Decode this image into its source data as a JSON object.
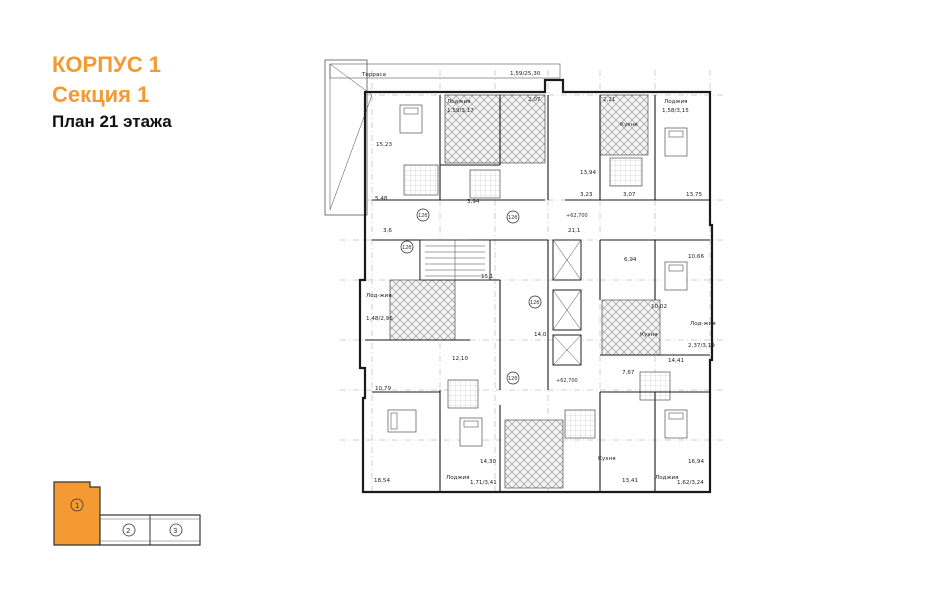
{
  "heading": {
    "building": "КОРПУС 1",
    "section": "Секция 1",
    "floor_plan": "План 21 этажа"
  },
  "colors": {
    "accent": "#f39a33",
    "text": "#111111",
    "wall": "#1a1a1a",
    "hatch": "#9a9a9a"
  },
  "plan_labels": {
    "terrace": "Терраса",
    "terrace_area": "1,59/25,30",
    "loggia_a": "Лоджия",
    "loggia_a_area": "1,59/3,17",
    "loggia_b": "Лоджия",
    "loggia_b_area": "1,58/3,15",
    "area_2_07": "2,07",
    "area_2_21": "2,21",
    "kitchen_top": "Кухня",
    "room_15_23": "15,23",
    "room_13_94": "13,94",
    "room_3_23": "3,23",
    "room_3_07": "3,07",
    "room_13_75": "13,75",
    "room_5_48": "5,48",
    "room_3_94": "3,94",
    "room_3_6": "3,6",
    "level_62700": "+62,700",
    "room_21_1": "21,1",
    "room_6_94": "6,94",
    "room_10_66": "10,66",
    "room_15_1": "15,1",
    "loggia_left": "Лод-жия",
    "loggia_left_area": "1,48/2,96",
    "room_10_02": "10,02",
    "kitchen_mid": "Кухня",
    "loggia_right": "Лод-жия",
    "loggia_right_area": "2,37/3,19",
    "room_14_41": "14,41",
    "room_14_0": "14,0",
    "room_12_10": "12,10",
    "room_10_79": "10,79",
    "room_7_67": "7,67",
    "level_62700_b": "+62,700",
    "room_18_54": "18,54",
    "room_14_30": "14,30",
    "kitchen_bottom": "Кухня",
    "room_16_94": "16,94",
    "room_13_41": "13,41",
    "loggia_c": "Лоджия",
    "loggia_c_area": "1,71/3,41",
    "loggia_d": "Лоджия",
    "loggia_d_area": "1,62/3,24",
    "circle_label": "12б"
  },
  "keyplan": {
    "sections": [
      "1",
      "2",
      "3"
    ],
    "active": "1"
  }
}
